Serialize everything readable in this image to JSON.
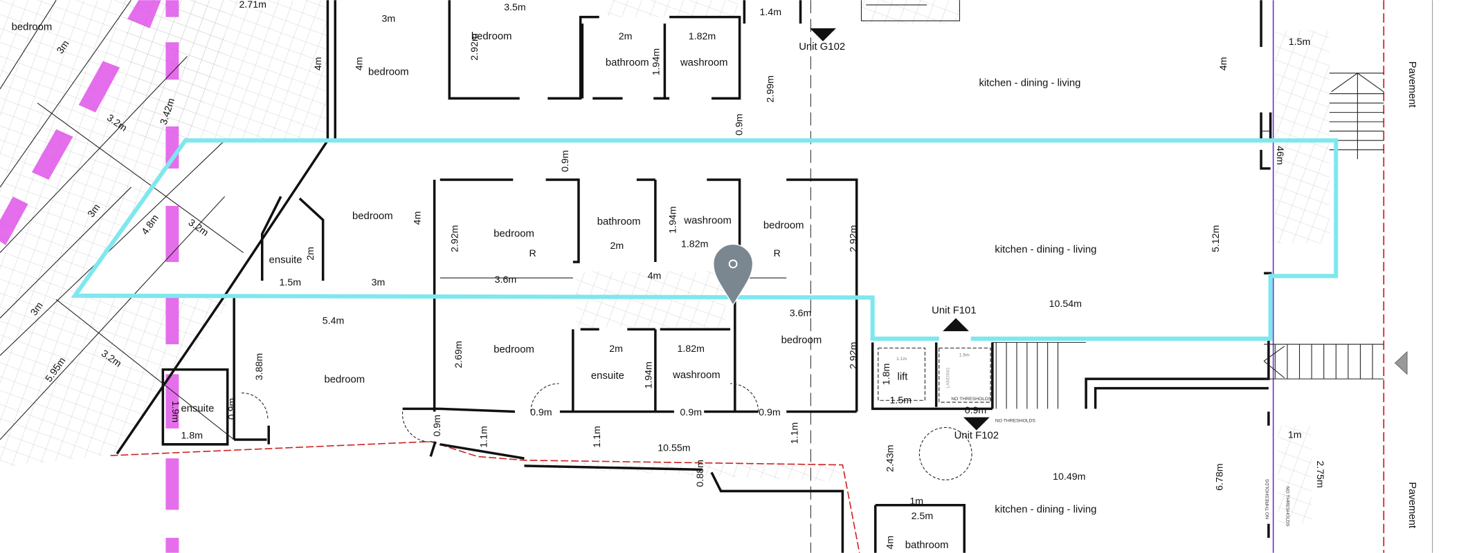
{
  "plan": {
    "colors": {
      "outline": "#7fe7ee",
      "pink": "#e055e8",
      "boundary": "#cc2222",
      "purple": "#6633cc",
      "pin": "#7a8791"
    },
    "units": [
      "Unit G102",
      "Unit F101",
      "Unit F102"
    ],
    "pavement": [
      "Pavement",
      "Pavement"
    ],
    "rooms": [
      "bedroom",
      "bedroom",
      "bedroom",
      "bathroom",
      "washroom",
      "kitchen - dining - living",
      "bedroom",
      "ensuite",
      "bedroom",
      "bathroom",
      "washroom",
      "bedroom",
      "kitchen - dining - living",
      "bedroom",
      "ensuite",
      "washroom",
      "bedroom",
      "bedroom",
      "ensuite",
      "lift",
      "kitchen - dining - living",
      "bathroom"
    ],
    "dims": [
      "2.71m",
      "3m",
      "3.5m",
      "1.4m",
      "2m",
      "1.82m",
      "1.5m",
      "2.92m",
      "1.94m",
      "2.99m",
      "4m",
      "4m",
      "4m",
      "0.9m",
      "0.9m",
      "3.42m",
      "3.2m",
      "3m",
      "46m",
      "3m",
      "4.8m",
      "3.2m",
      "4m",
      "2.92m",
      "1.94m",
      "2.92m",
      "5.12m",
      "2m",
      "2m",
      "1.82m",
      "1.5m",
      "3m",
      "3.6m",
      "4m",
      "3.6m",
      "10.54m",
      "5.4m",
      "3m",
      "2.69m",
      "2m",
      "1.82m",
      "1.94m",
      "2.92m",
      "3.2m",
      "3.88m",
      "5.95m",
      "1.8m",
      "1.5m",
      "0.9m",
      "0.9m",
      "0.9m",
      "0.9m",
      "0.9m",
      "1.9m",
      "0.9m",
      "1.8m",
      "1.1m",
      "1.1m",
      "1.1m",
      "10.55m",
      "2.43m",
      "0.88m",
      "10.49m",
      "6.78m",
      "1m",
      "2.75m",
      "1m",
      "2.5m",
      "4m",
      "R",
      "R",
      "1.1m",
      "1.5m"
    ],
    "notes": [
      "NO THRESHOLDS",
      "NO THRESHOLDS",
      "NO THRESHOLDS",
      "NO THRESHOLDS",
      "LANDING"
    ]
  }
}
